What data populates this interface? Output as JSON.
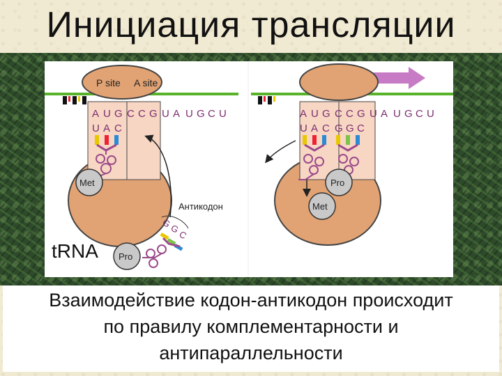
{
  "title": "Инициация трансляции",
  "diagram": {
    "left": {
      "site_labels": [
        "P site",
        "A site"
      ],
      "mrna": [
        "A",
        "U",
        "G",
        "C",
        "C",
        "G",
        "U",
        "A",
        "U",
        "G",
        "C",
        "U"
      ],
      "anticodon_bound": [
        "U",
        "A",
        "C"
      ],
      "amino_acid_bound": "Met",
      "incoming_trna_label": "tRNA",
      "incoming_anticodon": [
        "G",
        "G",
        "C"
      ],
      "incoming_amino_acid": "Pro",
      "anticodon_label": "Антикодон"
    },
    "right": {
      "mrna": [
        "A",
        "U",
        "G",
        "C",
        "C",
        "G",
        "U",
        "A",
        "U",
        "G",
        "C",
        "U"
      ],
      "anticodon_bound": [
        "U",
        "A",
        "C",
        "G",
        "G",
        "C"
      ],
      "amino_acid_pro": "Pro",
      "amino_acid_met": "Met"
    },
    "colors": {
      "ribosome": "#e2a374",
      "ribosome_outline": "#444444",
      "mrna_line": "#59b32a",
      "letters": "#7b2d6e",
      "trna": "#9b4a8a",
      "movement_arrow": "#c77bc4",
      "site_shade": "#f7d6c4"
    }
  },
  "caption": [
    "Взаимодействие кодон-антикодон происходит",
    "по правилу комплементарности и",
    "антипараллельности"
  ]
}
